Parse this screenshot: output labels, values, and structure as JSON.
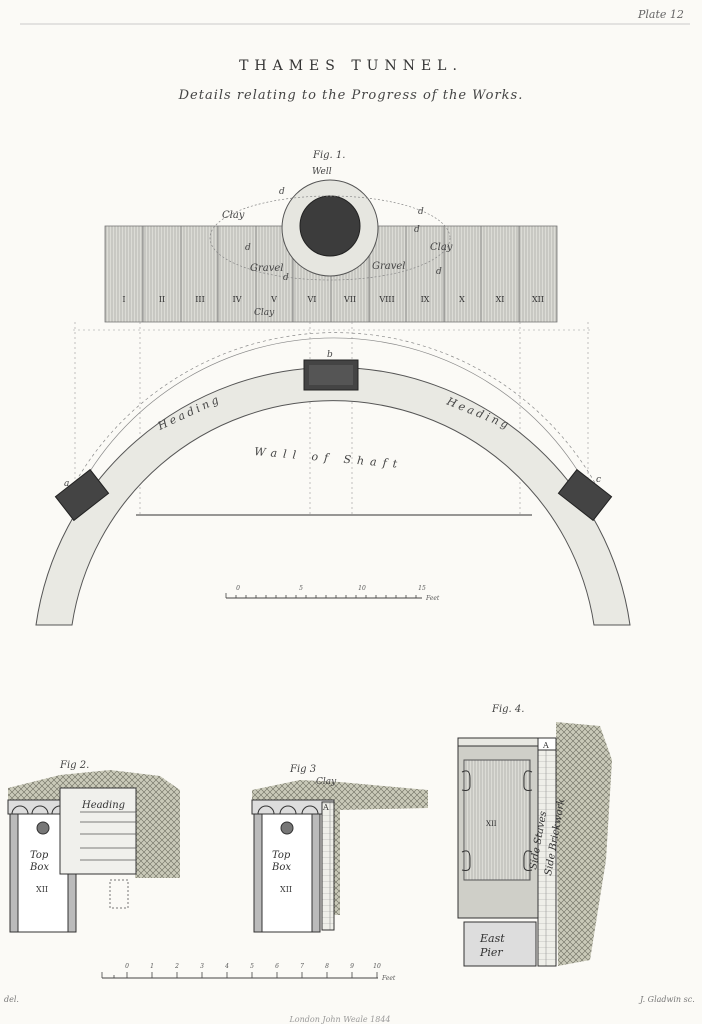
{
  "plate_label": "Plate 12",
  "title": "THAMES TUNNEL.",
  "subtitle": "Details relating to the Progress of the Works.",
  "fig1": {
    "label": "Fig. 1.",
    "well": "Well",
    "clay_left": "Clay",
    "clay_right": "Clay",
    "clay_bottom": "Clay",
    "gravel_left": "Gravel",
    "gravel_right": "Gravel",
    "letter_d": "d",
    "frames": [
      "I",
      "II",
      "III",
      "IV",
      "V",
      "VI",
      "VII",
      "VIII",
      "IX",
      "X",
      "XI",
      "XII"
    ],
    "heading_left": "Heading",
    "heading_right": "Heading",
    "wall_of_shaft": "Wall of Shaft",
    "label_a": "a",
    "label_b": "b",
    "label_c": "c"
  },
  "scale1": {
    "ticks": [
      "0",
      "5",
      "10",
      "15"
    ],
    "unit": "Feet"
  },
  "fig2": {
    "label": "Fig 2.",
    "heading": "Heading",
    "top_box": "Top",
    "box": "Box",
    "frame": "XII"
  },
  "fig3": {
    "label": "Fig 3",
    "clay": "Clay",
    "letter_a": "A",
    "top_box": "Top",
    "box": "Box",
    "frame": "XII"
  },
  "fig4": {
    "label": "Fig. 4.",
    "letter_a": "A",
    "frame": "XII",
    "side_staves": "Side Staves",
    "side_brickwork": "Side Brickwork",
    "east_pier": "East",
    "pier": "Pier"
  },
  "scale2": {
    "ticks": [
      "0",
      "1",
      "2",
      "3",
      "4",
      "5",
      "6",
      "7",
      "8",
      "9",
      "10"
    ],
    "unit": "Feet"
  },
  "footer": {
    "left": "del.",
    "center": "London John Weale 1844",
    "right": "J. Gladwin sc."
  }
}
